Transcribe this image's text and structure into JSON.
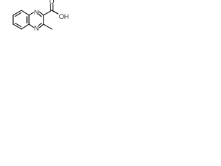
{
  "molecule": {
    "atoms": {
      "n_top": "N",
      "n_bottom": "N",
      "hydroxyl": "OH",
      "carbonyl_o": "O"
    }
  }
}
